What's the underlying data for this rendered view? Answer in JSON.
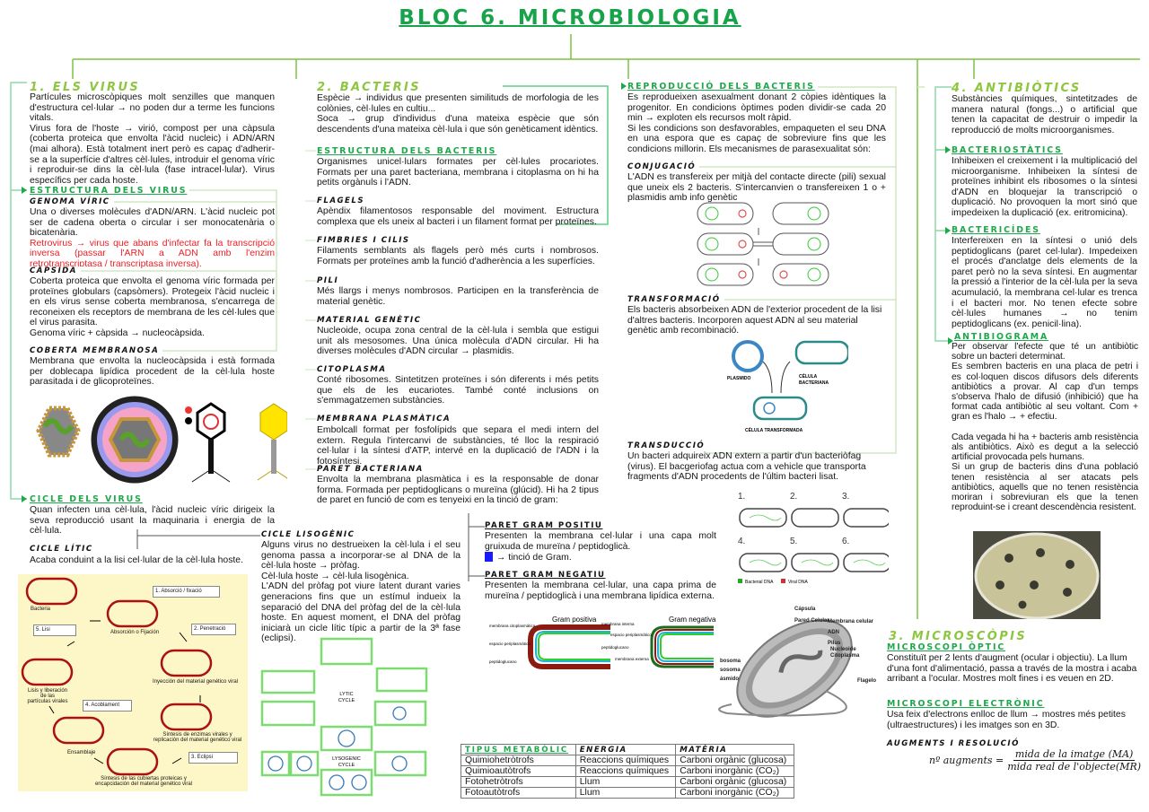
{
  "title": "BLOC 6. MICROBIOLOGIA",
  "virus": {
    "heading": "1. ELS VIRUS",
    "intro": [
      "Partícules microscòpiques molt senzilles que manquen d'estructura cel·lular → no poden dur a terme les funcions vitals.",
      "Virus fora de l'hoste → virió, compost per una càpsula (coberta proteica que envolta l'àcid nucleic) i ADN/ARN (mai alhora). Està totalment inert però es capaç d'adherir-se a la superfície d'altres cèl·lules, introduir el genoma víric i reproduir-se dins la cèl·lula (fase intracel·lular). Virus específics per cada hoste."
    ],
    "structure": {
      "heading": "ESTRUCTURA DELS VIRUS",
      "genome_heading": "GENOMA VÍRIC",
      "genome_text": "Una o diverses molècules d'ADN/ARN. L'àcid nucleic pot ser de cadena oberta o circular i ser monocatenària o bicatenària.",
      "retrovirus_text": "Retrovirus → virus que abans d'infectar fa la transcripció inversa (passar l'ARN a ADN amb l'enzim retrotranscriptasa / transcriptasa inversa).",
      "capsid_heading": "CÀPSIDA",
      "capsid_text": "Coberta proteica que envolta el genoma víric formada per proteïnes globulars (capsòmers). Protegeix l'àcid nucleic i en els virus sense coberta membranosa, s'encarrega de reconeixen els receptors de membrana de les cèl·lules que el virus parasita.",
      "capsid_text2": "Genoma víric + càpsida → nucleocàpsida.",
      "envelope_heading": "COBERTA MEMBRANOSA",
      "envelope_text": "Membrana que envolta la nucleocàpsida i està formada per doblecapa lipídica procedent de la cèl·lula hoste parasitada i de glicoproteïnes."
    },
    "cycle": {
      "heading": "CICLE DELS VIRUS",
      "text": "Quan infecten una cèl·lula, l'àcid nucleic víric dirigeix la seva reproducció usant la maquinaria i energia de la cèl·lula.",
      "lytic_heading": "CICLE LÍTIC",
      "lytic_text": "Acaba conduint a la lisi cel·lular de la cèl·lula hoste.",
      "lysogenic_heading": "CICLE LISOGÈNIC",
      "lysogenic_text": [
        "Alguns virus no destrueixen la cèl·lula i el seu genoma passa a incorporar-se al DNA de la cèl·lula hoste → pròfag.",
        "Cèl·lula hoste → cèl·lula lisogènica.",
        "L'ADN del pròfag pot viure latent durant varies generacions fins que un estímul indueix la separació del DNA del pròfag del de la cèl·lula hoste. En aquest moment, el DNA del pròfag iniciarà un cicle lític típic a partir de la 3ª fase (eclipsi)."
      ],
      "lytic_diagram": {
        "bacteria": "Bacteria",
        "step1": "1.   Absorció / fixació",
        "fix": "Absorción o Fijación",
        "step2": "2.   Penetració",
        "inject": "Inyección del material genético viral",
        "synth1a": "Síntesis de enzimas virales y",
        "synth1b": "replicación del material genético viral",
        "step3": "3.   Eclipsi",
        "synth2a": "Síntesis de las cubiertas proteicas y",
        "synth2b": "encapcidación del material genético viral",
        "assembly": "Ensamblaje",
        "step4": "4.   Acoblament",
        "lysis_a": "Lisis y liberación",
        "lysis_b": "de las",
        "lysis_c": "partículas virales",
        "step5": "5.   Lisi"
      },
      "lysogenic_diagram": {
        "lytic_label_a": "LYTIC",
        "lytic_label_b": "CYCLE",
        "lyso_label_a": "LYSOGENIC",
        "lyso_label_b": "CYCLE"
      }
    }
  },
  "bacteria": {
    "heading": "2. BACTERIS",
    "intro": [
      "Espècie → individus que presenten similituds de morfologia de les colònies, cèl·lules en cultiu...",
      "Soca → grup d'individus d'una mateixa espècie que són descendents d'una mateixa cèl·lula i que són genèticament idèntics."
    ],
    "structure_heading": "ESTRUCTURA DELS BACTERIS",
    "structure_text": "Organismes unicel·lulars formates per cèl·lules procariotes. Formats per una paret bacteriana, membrana i citoplasma on hi ha petits orgànuls i l'ADN.",
    "parts": [
      {
        "heading": "FLAGELS",
        "text": "Apèndix filamentosos responsable del moviment. Estructura complexa que els uneix al bacteri i un filament format per proteïnes."
      },
      {
        "heading": "FIMBRIES I CILIS",
        "text": "Filaments semblants als flagels però més curts i nombrosos. Formats per proteïnes amb la funció d'adherència a les superfícies."
      },
      {
        "heading": "PILI",
        "text": "Més llargs i menys nombrosos. Participen en la transferència de material genètic."
      },
      {
        "heading": "MATERIAL GENÈTIC",
        "text": "Nucleoide, ocupa zona central de la cèl·lula i sembla que estigui unit als mesosomes. Una única molècula d'ADN circular. Hi ha diverses molècules d'ADN circular → plasmidis."
      },
      {
        "heading": "CITOPLASMA",
        "text": "Conté ribosomes. Sintetitzen proteïnes i són diferents i més petits que els de les eucariotes. També conté inclusions on s'emmagatzemen substàncies."
      },
      {
        "heading": "MEMBRANA PLASMÀTICA",
        "text": "Embolcall format per fosfolípids que separa el medi intern del extern. Regula l'intercanvi de substàncies, té lloc la respiració cel·lular i la síntesi d'ATP, intervé en la duplicació de l'ADN i la fotosíntesi."
      },
      {
        "heading": "PARET BACTERIANA",
        "text": "Envolta la membrana plasmàtica i es la responsable de donar forma. Formada per peptidoglicans o mureïna (glúcid). Hi ha 2 tipus de paret en funció de com es tenyeixi en la tinció de gram:"
      }
    ],
    "gram": {
      "pos_heading": "PARET GRAM POSITIU",
      "pos_text": "Presenten la membrana cel·lular i una capa molt gruixuda de mureïna / peptidoglicà.",
      "pos_stain": "→ tinció de Gram.",
      "neg_heading": "PARET GRAM NEGATIU",
      "neg_text": "Presenten la membrana cel·lular, una capa prima de mureïna / peptidoglicà i una membrana lipídica externa.",
      "pos_title": "Gram positiva",
      "neg_title": "Gram negativa",
      "pos_labels": [
        "membrana citoplasmática",
        "espacio periplasmático",
        "peptidoglucano"
      ],
      "neg_labels": [
        "membrana interna",
        "espacio periplasmático",
        "peptidoglucano",
        "membrana externa"
      ]
    },
    "reproduction": {
      "heading": "REPRODUCCIÓ DELS BACTERIS",
      "text": [
        "Es reprodueixen asexualment donant 2 còpies idèntiques la progenitor. En condicions òptimes poden dividir-se cada 20 min → exploten els recursos molt ràpid.",
        "Si les condicions son desfavorables, empaqueten el seu DNA en una espora que es capaç de sobreviure fins que les condicions millorin. Els mecanismes de parasexualitat són:"
      ],
      "conjugation_heading": "CONJUGACIÓ",
      "conjugation_text": "L'ADN es transfereix per mitjà del contacte directe (pili) sexual que uneix els 2 bacteris. S'intercanvien o transfereixen 1 o + plasmidis amb info genètic",
      "transformation_heading": "TRANSFORMACIÓ",
      "transformation_text": "Els bacteris absorbeixen ADN de l'exterior procedent de la lisi d'altres bacteris. Incorporen aquest ADN al seu material genètic amb recombinació.",
      "transformation_labels": {
        "plasmid": "PLASMIDO",
        "cell_a": "CÉLULA",
        "cell_b": "BACTERIANA",
        "result": "CÉLULA TRANSFORMADA"
      },
      "transduction_heading": "TRANSDUCCIÓ",
      "transduction_text": "Un bacteri adquireix ADN extern a partir d'un bacteriòfag (virus). El bacgeriofag actua com a vehicle que transporta fragments d'ADN procedents de l'últim bacteri lisat.",
      "transduction_steps": [
        "1.",
        "2.",
        "3.",
        "4.",
        "5.",
        "6."
      ],
      "transduction_legend": [
        "Bacterial DNA",
        "Viral DNA"
      ]
    },
    "cell_labels": [
      "Cápsula",
      "Pared Celular",
      "Membrana celular",
      "ADN",
      "Pilus",
      "Nucleoide",
      "Citoplasma",
      "Flagelo",
      "bosoma",
      "sosoma",
      "ásmido"
    ],
    "metabolic_table": {
      "headers": [
        "TIPUS METABÒLIC",
        "ENERGIA",
        "MATÈRIA"
      ],
      "rows": [
        [
          "Quimiohetròtrofs",
          "Reaccions químiques",
          "Carboni orgànic (glucosa)"
        ],
        [
          "Quimioautòtrofs",
          "Reaccions químiques",
          "Carboni inorgànic (CO₂)"
        ],
        [
          "Fotohetròtrofs",
          "Llum",
          "Carboni orgànic (glucosa)"
        ],
        [
          "Fotoautòtrofs",
          "Llum",
          "Carboni inorgànic (CO₂)"
        ]
      ]
    }
  },
  "microscopes": {
    "heading": "3. MICROSCÒPIS",
    "optic_heading": "MICROSCOPI ÒPTIC",
    "optic_text": "Constituït per 2 lents d'augment (ocular i objectiu). La llum d'una font d'alimentació, passa a través de la mostra i acaba arribant a l'ocular. Mostres molt fines i es veuen en 2D.",
    "electronic_heading": "MICROSCOPI ELECTRÒNIC",
    "electronic_text": "Usa feix d'electrons enlloc de llum → mostres més petites (ultraestructures) i les imatges son en 3D.",
    "magnification_heading": "AUGMENTS I RESOLUCIÓ",
    "formula_lhs": "nº augments =",
    "formula_num": "mida de la imatge (MA)",
    "formula_den": "mida real de l'objecte(MR)"
  },
  "antibiotics": {
    "heading": "4. ANTIBIÒTICS",
    "intro": "Substàncies químiques, sintetitzades de manera natural (fongs...) o artificial que tenen la capacitat de destruir o impedir la reproducció de molts microorganismes.",
    "bacteriostatic_heading": "BACTERIOSTÀTICS",
    "bacteriostatic_text": "Inhibeixen el creixement i la multiplicació del microorganisme. Inhibeixen la síntesi de proteïnes inhibint els ribosomes o la síntesi d'ADN en bloquejar la transcripció o duplicació. No provoquen la mort sinó que impedeixen la duplicació (ex. eritromicina).",
    "bactericide_heading": "BACTERICÍDES",
    "bactericide_text": "Interfereixen en la síntesi o unió dels peptidoglicans (paret cel·lular). Impedeixen el procés d'anclatge dels elements de la paret però no la seva síntesi. En augmentar la pressió a l'interior de la cèl·lula per la seva acumulació, la membrana cel·lular es trenca i el bacteri mor. No tenen efecte sobre cèl·lules humanes → no tenim peptidoglicans (ex. penicil·lina).",
    "antibiogram_heading": "ANTIBIOGRAMA",
    "antibiogram_text": [
      "Per observar l'efecte que té un antibiòtic sobre un bacteri determinat.",
      "Es sembren bacteris en una placa de petri i es col·loquen discos difusors dels diferents antibiòtics a provar. Al cap d'un temps s'observa l'halo de difusió (inhibició) que ha format cada antibiòtic al seu voltant. Com + gran es l'halo → + efectiu."
    ],
    "resistance_text": [
      "Cada vegada hi ha + bacteris amb resistència als antibiòtics. Això es degut a la selecció artificial provocada pels humans.",
      "Si un grup de bacteris dins d'una població tenen resistència al ser atacats pels antibiòtics, aquells que no tenen resistència moriran i sobreviuran els que la tenen reproduint-se i creant descendència resistent."
    ]
  },
  "colors": {
    "title": "#17a34a",
    "section": "#8dc63f",
    "subheading": "#1ea84b",
    "connector": "#7dc242",
    "highlight": "#ee1c24"
  }
}
